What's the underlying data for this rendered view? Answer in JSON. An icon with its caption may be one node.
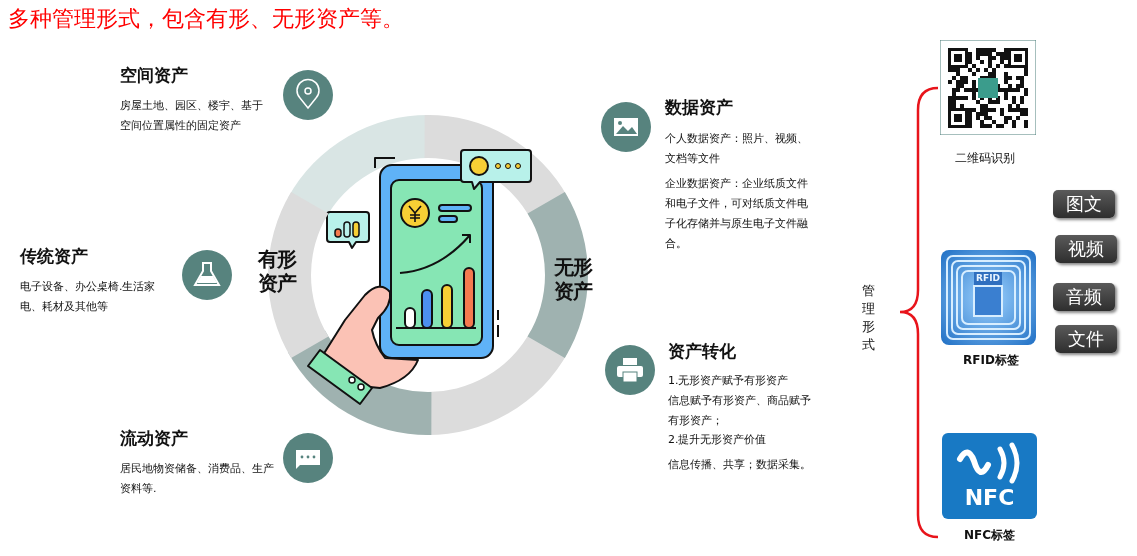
{
  "diagram": {
    "title": "多种管理形式，包含有形、无形资产等。",
    "nodes": [
      {
        "text": [
          "有形资产"
        ]
      },
      {
        "text": [
          "无形资产"
        ]
      },
      {
        "text": [],
        "shape": "picture",
        "beside": [
          "二维码识别"
        ]
      },
      {
        "text": [
          "RFID"
        ],
        "beside": [
          "RFID标签"
        ]
      },
      {
        "text": [
          "NFC"
        ],
        "beside": [
          "NFC标签"
        ]
      },
      {
        "text": [
          "图文"
        ]
      },
      {
        "text": [
          "视频"
        ]
      },
      {
        "text": [
          "音频"
        ]
      },
      {
        "text": [
          "文件"
        ]
      }
    ],
    "labels": [
      "空间资产",
      "房屋土地、园区、楼宇、基于空间位置属性的固定资产",
      "数据资产",
      "个人数据资产：照片、视频、文档等文件",
      "企业数据资产：企业纸质文件和电子文件，可对纸质文件电子化存储并与原生电子文件融合。",
      "传统资产",
      "电子设备、办公桌椅.生活家电、耗材及其他等",
      "资产转化",
      "1.无形资产赋予有形资产",
      "信息赋予有形资产、商品赋予有形资产；",
      "2.提升无形资产价值",
      "信息传播、共享；数据采集。",
      "流动资产",
      "居民地物资储备、消费品、生产资料等.",
      "管理形式"
    ]
  }
}
